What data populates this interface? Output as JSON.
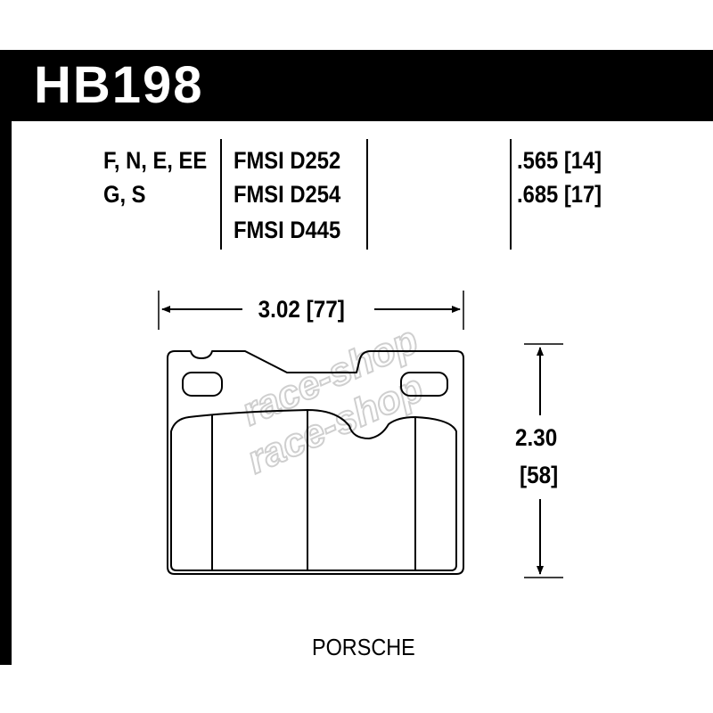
{
  "part_number": "HB198",
  "compounds": {
    "line1": "F, N, E, EE",
    "line2": "G, S"
  },
  "fmsi": [
    "FMSI D252",
    "FMSI D254",
    "FMSI D445"
  ],
  "thickness": [
    ".565 [14]",
    ".685 [17]"
  ],
  "dimensions": {
    "width": "3.02 [77]",
    "height_line1": "2.30",
    "height_line2": "[58]"
  },
  "vehicle": "PORSCHE",
  "watermark": [
    "race-shop",
    "race-shop"
  ],
  "icons": {
    "width_arrow": "double-headed-horizontal-arrow",
    "height_arrow": "double-headed-vertical-arrow"
  },
  "colors": {
    "header": "#000000",
    "header_text": "#ffffff",
    "watermark": "#cfcfcf"
  }
}
